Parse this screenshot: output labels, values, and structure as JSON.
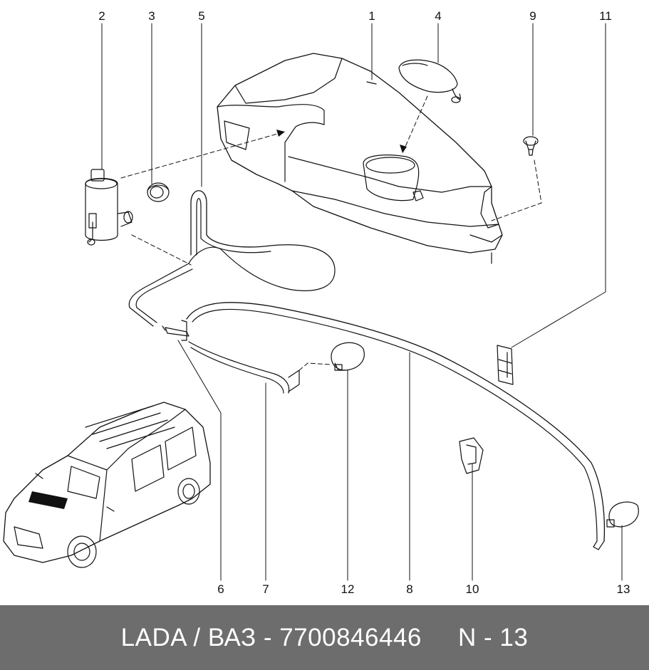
{
  "callouts": {
    "c1": "1",
    "c2": "2",
    "c3": "3",
    "c4": "4",
    "c5": "5",
    "c6": "6",
    "c7": "7",
    "c8": "8",
    "c9": "9",
    "c10": "10",
    "c11": "11",
    "c12": "12",
    "c13": "13"
  },
  "footer": {
    "text": "LADA / ВАЗ - 7700846446     N - 13"
  },
  "colors": {
    "footer_background": "#6d6d6d",
    "footer_text": "#ffffff",
    "line_art": "#111111"
  }
}
